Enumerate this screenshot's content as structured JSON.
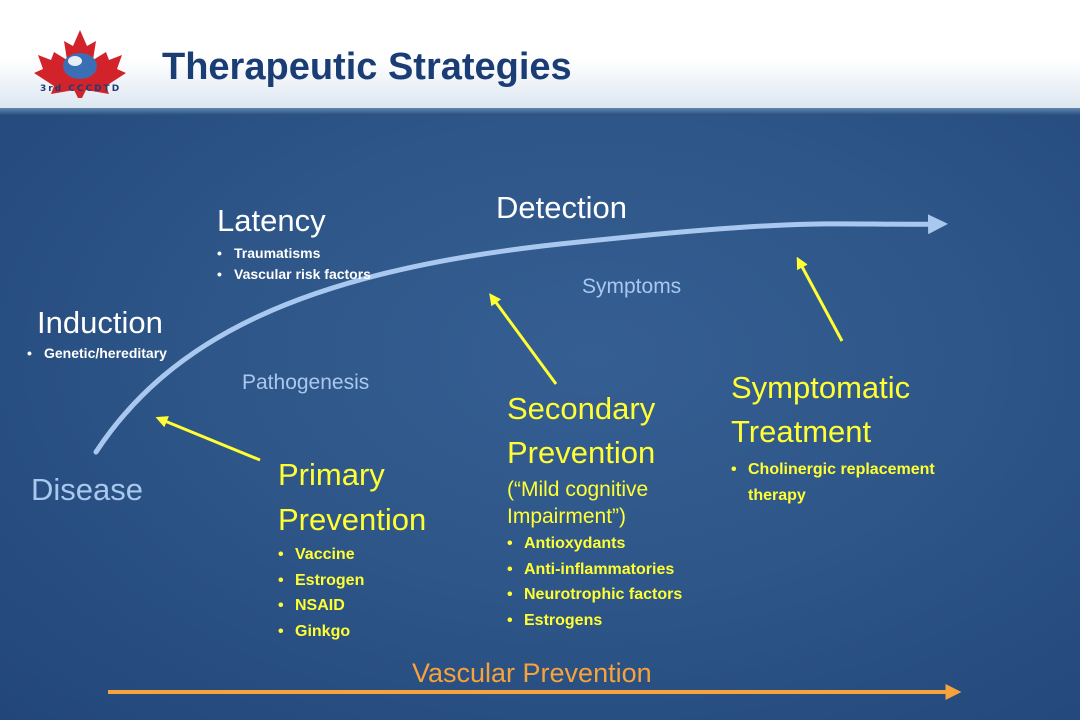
{
  "header": {
    "title": "Therapeutic Strategies",
    "logo_text": "3rd CCCDTD"
  },
  "stages": {
    "disease": "Disease",
    "induction": {
      "title": "Induction",
      "items": [
        "Genetic/hereditary"
      ]
    },
    "latency": {
      "title": "Latency",
      "items": [
        "Traumatisms",
        "Vascular risk factors"
      ]
    },
    "detection": "Detection",
    "pathogenesis": "Pathogenesis",
    "symptoms": "Symptoms"
  },
  "interventions": {
    "primary": {
      "title_line1": "Primary",
      "title_line2": "Prevention",
      "items": [
        "Vaccine",
        "Estrogen",
        "NSAID",
        "Ginkgo"
      ]
    },
    "secondary": {
      "title_line1": "Secondary",
      "title_line2": "Prevention",
      "note_line1": "(“Mild cognitive",
      "note_line2": "Impairment”)",
      "items": [
        "Antioxydants",
        "Anti-inflammatories",
        "Neurotrophic factors",
        "Estrogens"
      ]
    },
    "symptomatic": {
      "title_line1": "Symptomatic",
      "title_line2": "Treatment",
      "items": [
        "Cholinergic replacement",
        "therapy"
      ]
    }
  },
  "vascular_prevention": "Vascular Prevention",
  "colors": {
    "title": "#1b3d76",
    "background": "#2e5688",
    "curve": "#a9c8ef",
    "intervention": "#ffff33",
    "vascular": "#f7a23a",
    "logo_leaf": "#d3232a"
  }
}
